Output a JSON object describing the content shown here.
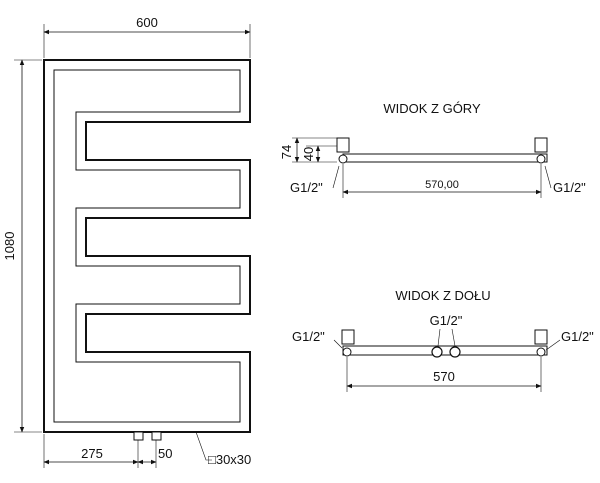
{
  "front_view": {
    "width_label": "600",
    "height_label": "1080",
    "offset_label": "275",
    "spacing_label": "50",
    "profile_label": "□30x30"
  },
  "top_view": {
    "title": "WIDOK Z GÓRY",
    "depth_outer_label": "74",
    "depth_inner_label": "40",
    "span_label": "570,00",
    "left_conn_label": "G1/2\"",
    "right_conn_label": "G1/2\""
  },
  "bottom_view": {
    "title": "WIDOK Z DOŁU",
    "left_conn_label": "G1/2\"",
    "center_conn_label": "G1/2\"",
    "right_conn_label": "G1/2\"",
    "span_label": "570"
  }
}
